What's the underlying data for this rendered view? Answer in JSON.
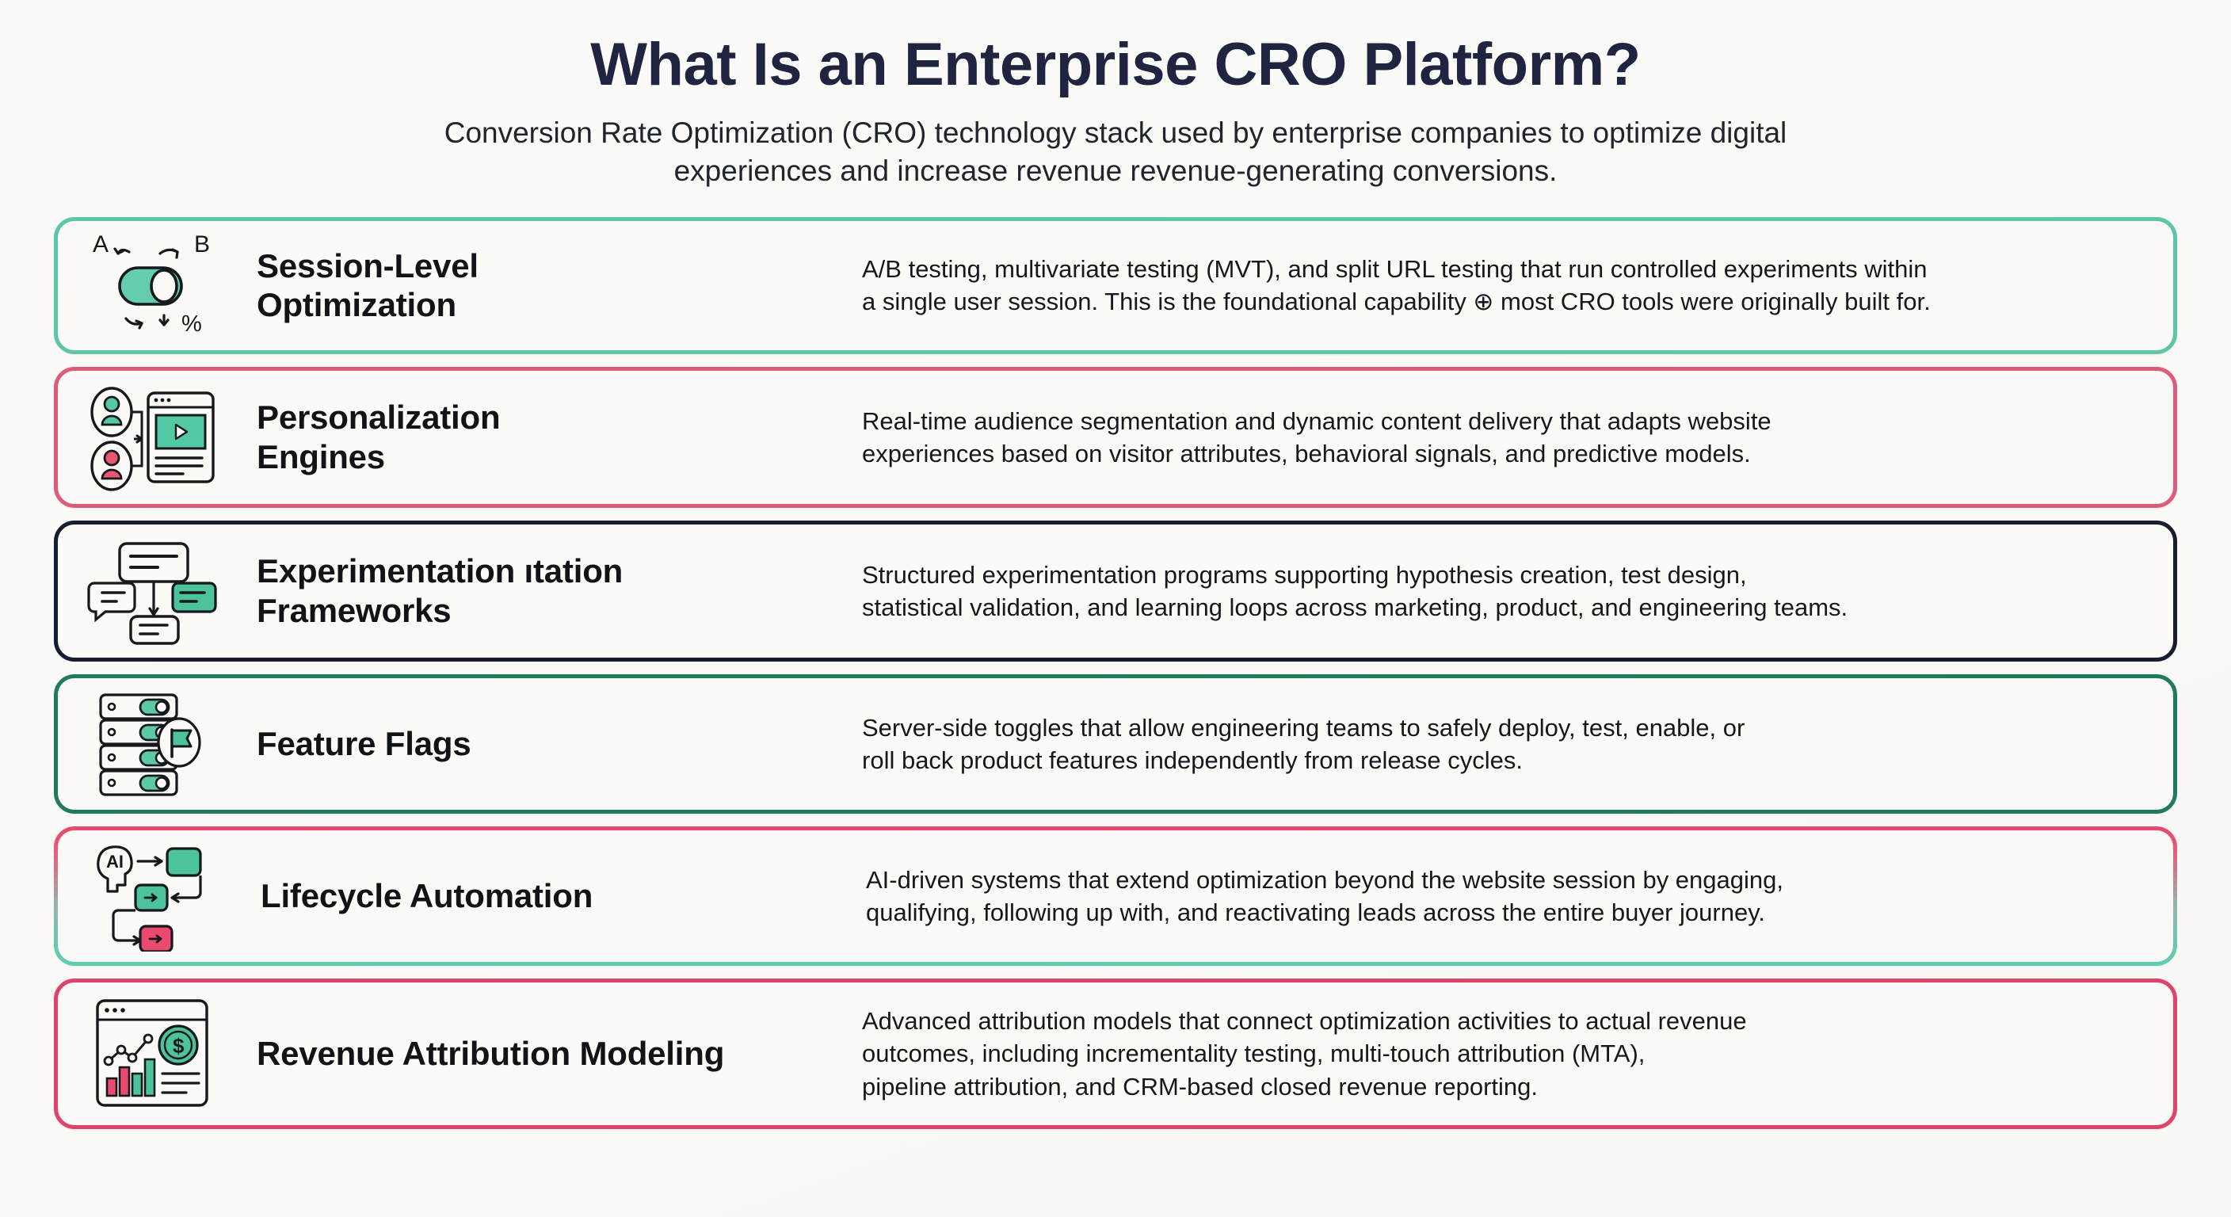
{
  "header": {
    "title": "What Is an Enterprise CRO Platform?",
    "subtitle_line1": "Conversion Rate Optimization (CRO) technology stack used by enterprise companies to optimize digital",
    "subtitle_line2": "experiences and increase revenue revenue-generating conversions."
  },
  "colors": {
    "background": "#fbfaf7",
    "title": "#1f2440",
    "teal": "#5bc7a7",
    "pink": "#dd5b7c",
    "navy": "#161d33",
    "green": "#207a5c",
    "crimson": "#e0436a",
    "body_text": "#16181d"
  },
  "cards": [
    {
      "id": "session-level-optimization",
      "icon": "ab-toggle-percent-icon",
      "border_color": "#5bc7a7",
      "title_line1": "Session-Level",
      "title_line2": "Optimization",
      "icon_labels": {
        "a": "A",
        "b": "B",
        "percent": "%"
      },
      "desc_lines": [
        "A/B testing, multivariate testing (MVT), and split URL testing that run controlled experiments within",
        "a single user session. This is the foundational capability ⊕ most CRO tools were originally built for."
      ]
    },
    {
      "id": "personalization-engines",
      "icon": "audience-browser-personalization-icon",
      "border_color": "#dd5b7c",
      "title_line1": "Personalization",
      "title_line2": "Engines",
      "desc_lines": [
        "Real-time audience segmentation and dynamic content delivery that adapts website",
        "experiences based on visitor attributes, behavioral signals, and predictive models."
      ]
    },
    {
      "id": "experimentation-frameworks",
      "icon": "experiment-flow-diagram-icon",
      "border_color": "#161d33",
      "title_line1": "Experimentation ıtation",
      "title_line2": "Frameworks",
      "desc_lines": [
        "Structured experimentation programs supporting hypothesis creation, test design,",
        "statistical validation, and learning loops across marketing, product, and engineering teams."
      ]
    },
    {
      "id": "feature-flags",
      "icon": "server-rack-flag-icon",
      "border_color": "#207a5c",
      "title_line1": "Feature Flags",
      "title_line2": "",
      "desc_lines": [
        "Server-side toggles that allow engineering teams to safely deploy, test, enable, or",
        "roll back product features independently from release cycles."
      ]
    },
    {
      "id": "lifecycle-automation",
      "icon": "ai-lifecycle-flow-icon",
      "border_color": "gradient-pink-teal",
      "title_line1": "Lifecycle Automation",
      "title_line2": "",
      "icon_labels": {
        "ai": "AI"
      },
      "desc_lines": [
        "AI-driven systems that extend optimization beyond the website session by engaging,",
        "qualifying, following up with, and reactivating leads across the entire buyer journey."
      ]
    },
    {
      "id": "revenue-attribution-modeling",
      "icon": "revenue-dashboard-chart-icon",
      "border_color": "#e0436a",
      "title_line1": "Revenue Attribution Modeling",
      "title_line2": "",
      "icon_labels": {
        "currency": "$"
      },
      "desc_lines": [
        "Advanced attribution models that connect optimization activities to actual revenue",
        "outcomes, including incrementality testing, multi-touch attribution (MTA),",
        "pipeline attribution, and CRM-based closed revenue reporting."
      ]
    }
  ]
}
